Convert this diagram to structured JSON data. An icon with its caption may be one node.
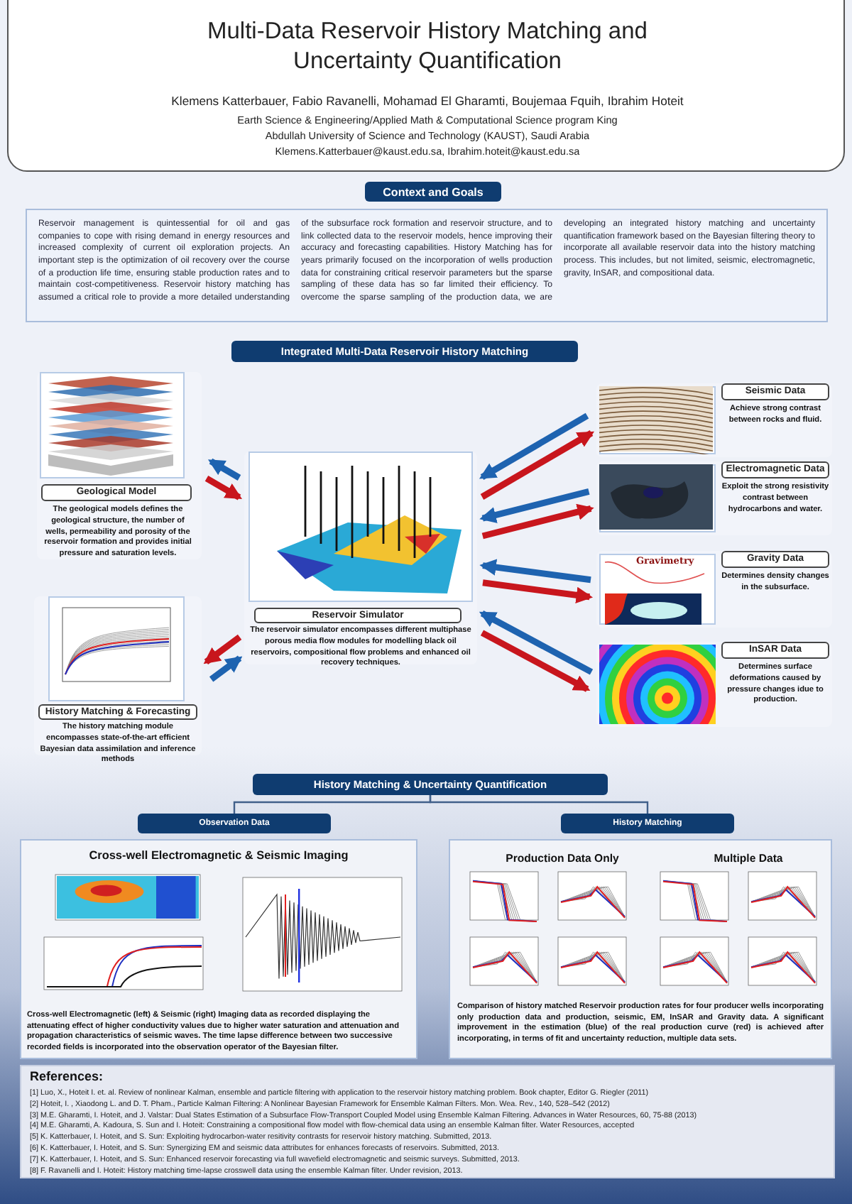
{
  "diagram": {
    "nodes": [
      {
        "text": [
          "Multi-Data Reservoir History Matching and Uncertainty Quantification",
          "Klemens Katterbauer, Fabio Ravanelli, Mohamad El Gharamti, Boujemaa Fquih, Ibrahim Hoteit",
          "Earth Science & Engineering/Applied Math & Computational Science program King Abdullah University of Science and Technology (KAUST), Saudi Arabia",
          "Klemens.Katterbauer@kaust.edu.sa, Ibrahim.hoteit@kaust.edu.sa"
        ]
      },
      {
        "text": [
          "Context and Goals"
        ]
      },
      {
        "text": [
          "Reservoir management is quintessential for oil and gas companies to cope with rising demand in energy resources and increased complexity of current oil exploration projects. An important step is the optimization of oil recovery over the course of a production life time, ensuring stable production rates and to maintain cost-competitiveness. Reservoir history matching has assumed a critical role to provide a more detailed understanding of the subsurface rock formation and reservoir structure, and to link collected data to the reservoir models, hence improving their accuracy and forecasting capabilities. History Matching has for years primarily focused on the incorporation of wells production data for constraining critical reservoir parameters but the sparse sampling of these data has so far limited their efficiency. To overcome the sparse sampling of the production data, we are developing an integrated history matching and uncertainty quantification framework based on the Bayesian filtering theory to incorporate all available reservoir data into the history matching process. This includes, but not limited, seismic, electromagnetic, gravity, InSAR, and compositional data."
        ]
      },
      {
        "text": [
          "Integrated Multi-Data Reservoir History Matching"
        ]
      },
      {
        "text": [
          "Geological Model",
          "The geological models defines the geological structure, the number of wells, permeability and porosity of the reservoir formation and provides initial pressure and saturation levels."
        ]
      },
      {
        "text": [
          "Reservoir Simulator",
          "The reservoir simulator encompasses different multiphase porous media flow modules for modelling black oil reservoirs, compositional flow problems and enhanced oil recovery techniques."
        ]
      },
      {
        "text": [
          "History Matching & Forecasting",
          "The history matching module encompasses state-of-the-art efficient Bayesian data assimilation and inference methods"
        ]
      },
      {
        "text": [
          "Seismic Data",
          "Achieve strong contrast between rocks and fluid."
        ]
      },
      {
        "text": [
          "Electromagnetic Data",
          "Exploit the strong resistivity contrast between hydrocarbons and water."
        ]
      },
      {
        "text": [
          "Gravity Data",
          "Determines density changes in the subsurface."
        ]
      },
      {
        "text": [
          "InSAR Data",
          "Determines surface deformations caused by pressure changes idue to production."
        ]
      },
      {
        "text": [
          "History Matching & Uncertainty Quantification"
        ]
      },
      {
        "text": [
          "Observation Data"
        ]
      },
      {
        "text": [
          "History Matching"
        ]
      },
      {
        "text": [
          "Cross-well Electromagnetic & Seismic Imaging",
          "Cross-well Electromagnetic (left) & Seismic (right) Imaging data as recorded displaying the attenuating effect of higher conductivity values due to higher water saturation and attenuation and propagation characteristics of seismic waves. The time lapse difference between two successive recorded fields is incorporated into the observation operator of the Bayesian filter."
        ]
      },
      {
        "text": [
          "Production Data Only",
          "Multiple Data",
          "Comparison of history matched Reservoir production rates for four producer wells incorporating only production data and production, seismic, EM, InSAR and Gravity data. A significant improvement in the estimation (blue) of the real production curve (red) is achieved after incorporating, in terms of fit and uncertainty reduction, multiple data sets."
        ]
      },
      {
        "text": [
          "References:",
          "[1] Luo, X., Hoteit I. et. al. Review of nonlinear Kalman, ensemble and particle filtering with application to the reservoir history matching problem. Book chapter, Editor G. Riegler (2011)",
          "[2] Hoteit, I. , Xiaodong L. and D. T. Pham., Particle Kalman Filtering: A Nonlinear Bayesian Framework for Ensemble Kalman Filters. Mon. Wea. Rev., 140, 528–542 (2012)",
          "[3] M.E. Gharamti, I. Hoteit, and J. Valstar: Dual States Estimation of a Subsurface Flow-Transport Coupled Model using Ensemble Kalman Filtering. Advances in Water Resources, 60, 75-88 (2013)",
          "[4] M.E. Gharamti, A. Kadoura, S. Sun and I. Hoteit: Constraining a compositional flow model with flow-chemical data using an ensemble Kalman filter. Water Resources, accepted",
          "[5] K. Katterbauer, I. Hoteit, and S. Sun: Exploiting hydrocarbon-water resitivity contrasts for reservoir history matching. Submitted, 2013.",
          "[6] K. Katterbauer, I. Hoteit, and S. Sun: Synergizing EM and seismic data attributes for enhances forecasts of reservoirs. Submitted, 2013.",
          "[7] K. Katterbauer, I. Hoteit, and S. Sun: Enhanced reservoir forecasting via full wavefield electromagnetic and seismic surveys. Submitted, 2013.",
          "[8] F. Ravanelli and I. Hoteit: History matching time-lapse crosswell data using the ensemble Kalman filter. Under revision, 2013."
        ]
      }
    ],
    "edges": [
      {
        "from": 5,
        "to": 4,
        "arrow": "to",
        "color": "#1e63b0"
      },
      {
        "from": 4,
        "to": 5,
        "arrow": "to",
        "color": "#c8161d"
      },
      {
        "from": 5,
        "to": 6,
        "arrow": "to",
        "color": "#c8161d"
      },
      {
        "from": 6,
        "to": 5,
        "arrow": "to",
        "color": "#1e63b0"
      },
      {
        "from": 7,
        "to": 5,
        "arrow": "to",
        "color": "#1e63b0"
      },
      {
        "from": 5,
        "to": 7,
        "arrow": "to",
        "color": "#c8161d"
      },
      {
        "from": 8,
        "to": 5,
        "arrow": "to",
        "color": "#1e63b0"
      },
      {
        "from": 5,
        "to": 8,
        "arrow": "to",
        "color": "#c8161d"
      },
      {
        "from": 9,
        "to": 5,
        "arrow": "to",
        "color": "#1e63b0"
      },
      {
        "from": 5,
        "to": 9,
        "arrow": "to",
        "color": "#c8161d"
      },
      {
        "from": 10,
        "to": 5,
        "arrow": "to",
        "color": "#1e63b0"
      },
      {
        "from": 5,
        "to": 10,
        "arrow": "to",
        "color": "#c8161d"
      },
      {
        "from": 11,
        "to": 12,
        "arrow": "none",
        "color": "#41608a"
      },
      {
        "from": 11,
        "to": 13,
        "arrow": "none",
        "color": "#41608a"
      }
    ],
    "labels": [
      "Gravimetry"
    ]
  }
}
